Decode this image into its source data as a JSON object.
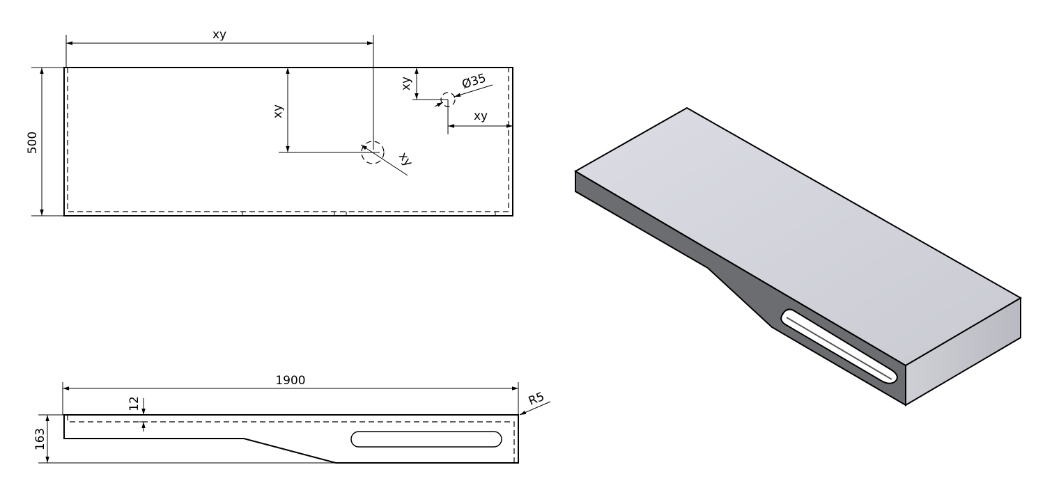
{
  "top_view": {
    "width_label": "xy",
    "height_label": "500",
    "drain_v_label": "xy",
    "drain_dia_label": "xy",
    "tap_v_label": "xy",
    "tap_dia_label": "Ø35",
    "tap_h_label": "xy"
  },
  "side_view": {
    "length_label": "1900",
    "height_label": "163",
    "thickness_label": "12",
    "radius_label": "R5"
  },
  "colors": {
    "line": "#000000",
    "iso_top": "#d3d4dc",
    "iso_front": "#6c6d70",
    "iso_right": "#c2c3ca"
  }
}
